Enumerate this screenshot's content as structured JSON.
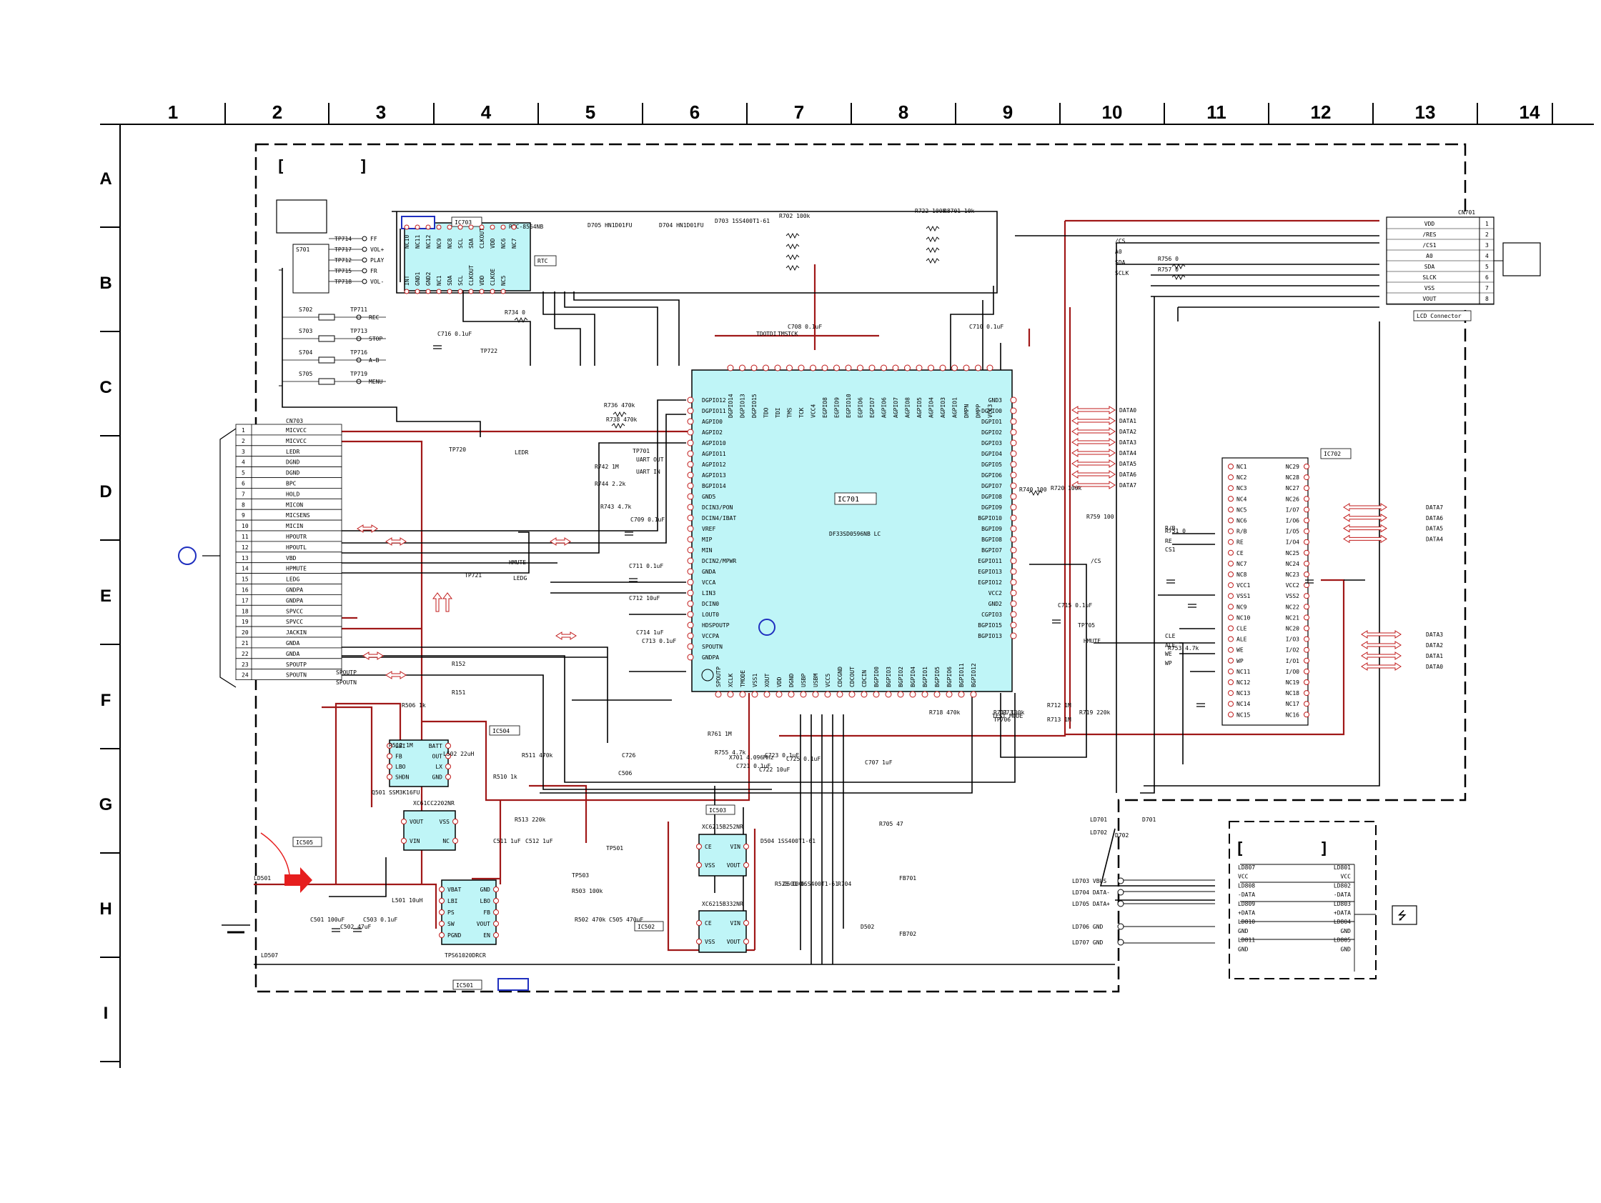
{
  "grid": {
    "columns": [
      "1",
      "2",
      "3",
      "4",
      "5",
      "6",
      "7",
      "8",
      "9",
      "10",
      "11",
      "12",
      "13",
      "14"
    ],
    "rows": [
      "A",
      "B",
      "C",
      "D",
      "E",
      "F",
      "G",
      "H",
      "I"
    ]
  },
  "bracket_text": {
    "open": "[",
    "close": "]"
  },
  "ics": {
    "ic701": {
      "label": "IC701",
      "part": "DF33SD0596NB LC",
      "left_pins": [
        "DGPIO12",
        "DGPIO11",
        "AGPIO0",
        "AGPIO2",
        "AGPIO10",
        "AGPIO11",
        "AGPIO12",
        "AGPIO13",
        "BGPIO14",
        "GND5",
        "DCIN3/PON",
        "DCIN4/IBAT",
        "VREF",
        "MIP",
        "MIN",
        "DCIN2/MPWR",
        "GNDA",
        "VCCA",
        "LIN3",
        "DCIN0",
        "LOUT0",
        "HDSPOUTP",
        "VCCPA",
        "SPOUTN",
        "GNDPA"
      ],
      "right_pins": [
        "GND3",
        "DGPIO0",
        "DGPIO1",
        "DGPIO2",
        "DGPIO3",
        "DGPIO4",
        "DGPIO5",
        "DGPIO6",
        "DGPIO7",
        "DGPIO8",
        "DGPIO9",
        "BGPIO10",
        "BGPIO9",
        "BGPIO8",
        "BGPIO7",
        "EGPIO11",
        "EGPIO13",
        "EGPIO12",
        "VCC2",
        "GND2",
        "CGPIO3",
        "BGPIO15",
        "BGPIO13"
      ],
      "top_pins": [
        "DGPIO14",
        "DGPIO13",
        "DGPIO15",
        "TDO",
        "TDI",
        "TMS",
        "TCK",
        "VCC4",
        "EGPIO8",
        "EGPIO9",
        "EGPIO10",
        "EGPIO6",
        "EGPIO7",
        "AGPIO6",
        "AGPIO7",
        "AGPIO8",
        "AGPIO5",
        "AGPIO4",
        "AGPIO3",
        "AGPIO1",
        "DMPN",
        "DMPP",
        "VCC3"
      ],
      "bottom_pins": [
        "SPOUTP",
        "XCLK",
        "TMODE",
        "VSS1",
        "XOUT",
        "VDD",
        "DGND",
        "USBP",
        "USBM",
        "VCC5",
        "CDCGND",
        "CDCOUT",
        "CDCIN",
        "BGPIO0",
        "BGPIO3",
        "BGPIO2",
        "BGPIO4",
        "BGPIO1",
        "BGPIO5",
        "BGPIO6",
        "BGPIO11",
        "BGPIO12"
      ]
    },
    "ic702": {
      "label": "IC702",
      "left_pins": [
        "NC1",
        "NC2",
        "NC3",
        "NC4",
        "NC5",
        "NC6",
        "R/B",
        "RE",
        "CE",
        "NC7",
        "NC8",
        "VCC1",
        "VSS1",
        "NC9",
        "NC10",
        "CLE",
        "ALE",
        "WE",
        "WP",
        "NC11",
        "NC12",
        "NC13",
        "NC14",
        "NC15"
      ],
      "right_pins": [
        "NC29",
        "NC28",
        "NC27",
        "NC26",
        "I/O7",
        "I/O6",
        "I/O5",
        "I/O4",
        "NC25",
        "NC24",
        "NC23",
        "VCC2",
        "VSS2",
        "NC22",
        "NC21",
        "NC20",
        "I/O3",
        "I/O2",
        "I/O1",
        "I/O0",
        "NC19",
        "NC18",
        "NC17",
        "NC16"
      ]
    },
    "ic703": {
      "label": "IC703",
      "part": "RTC-8564NB",
      "note": "RTC",
      "pins": [
        "NC10",
        "NC11",
        "NC12",
        "NC9",
        "NC8",
        "SCL",
        "SDA",
        "CLKOUT",
        "VDD",
        "NC6",
        "NC7",
        "INT",
        "GND1",
        "GND2",
        "NC1",
        "SDA",
        "SCL",
        "CLKOUT",
        "VDD",
        "CLKOE",
        "NC5"
      ]
    },
    "ic504": {
      "label": "IC504",
      "left": [
        "LBI",
        "FB",
        "LBO",
        "SHDN"
      ],
      "right": [
        "BATT",
        "OUT",
        "LX",
        "GND"
      ]
    },
    "ic505": {
      "label": "IC505",
      "part": "XC61CC2202NR",
      "left": [
        "VOUT",
        "VIN"
      ],
      "right": [
        "VSS",
        "NC"
      ]
    },
    "ic501": {
      "label": "IC501",
      "part": "TPS61020DRCR",
      "left": [
        "VBAT",
        "LBI",
        "PS",
        "SW",
        "PGND"
      ],
      "right": [
        "GND",
        "LBO",
        "FB",
        "VOUT",
        "EN"
      ]
    },
    "ic503": {
      "label": "IC503",
      "part": "XC6215B252NR",
      "left": [
        "CE",
        "VSS"
      ],
      "right": [
        "VIN",
        "VOUT"
      ]
    },
    "ic502": {
      "label": "IC502",
      "part": "XC6215B332NR",
      "left": [
        "CE",
        "VSS"
      ],
      "right": [
        "VIN",
        "VOUT"
      ]
    }
  },
  "cn703": {
    "label": "CN703",
    "pins": [
      "MICVCC",
      "MICVCC",
      "LEDR",
      "DGND",
      "DGND",
      "BPC",
      "HOLD",
      "MICON",
      "MICSENS",
      "MICIN",
      "HPOUTR",
      "HPOUTL",
      "VBD",
      "HPMUTE",
      "LEDG",
      "GNDPA",
      "GNDPA",
      "SPVCC",
      "SPVCC",
      "JACKIN",
      "GNDA",
      "GNDA",
      "SPOUTP",
      "SPOUTN"
    ]
  },
  "cn701": {
    "label": "CN701",
    "pins": [
      "VDD",
      "/RES",
      "/CS1",
      "A0",
      "SDA",
      "SLCK",
      "VSS",
      "VOUT"
    ],
    "connector_label": "LCD Connector"
  },
  "switches": [
    {
      "ref": "S701",
      "tp": [
        "TP714",
        "TP717",
        "TP712",
        "TP715",
        "TP718"
      ],
      "labels": [
        "FF",
        "VOL+",
        "PLAY",
        "FR",
        "VOL-"
      ]
    },
    {
      "ref": "S702",
      "tp": "TP711",
      "label": "REC"
    },
    {
      "ref": "S703",
      "tp": "TP713",
      "label": "STOP"
    },
    {
      "ref": "S704",
      "tp": "TP716",
      "label": "A-B"
    },
    {
      "ref": "S705",
      "tp": "TP719",
      "label": "MENU"
    }
  ],
  "left_signals": [
    "LEDR",
    "HMUTE",
    "LEDG",
    "SPOUTP",
    "SPOUTN",
    "UART OUT",
    "UART IN",
    "TEST MODE"
  ],
  "data_bus": [
    "DATA0",
    "DATA1",
    "DATA2",
    "DATA3",
    "DATA4",
    "DATA5",
    "DATA6",
    "DATA7"
  ],
  "flash_bus_upper": [
    "DATA7",
    "DATA6",
    "DATA5",
    "DATA4"
  ],
  "flash_bus_lower": [
    "DATA3",
    "DATA2",
    "DATA1",
    "DATA0"
  ],
  "control_signals": [
    "/CS",
    "A0",
    "SDA",
    "SCLK",
    "R/B",
    "RE",
    "CS1",
    "CLE",
    "ALE",
    "WE",
    "WP",
    "/CS",
    "HMUTE",
    "TDO",
    "TDI",
    "TMS",
    "TCK"
  ],
  "usb_block": {
    "left": [
      "LD807",
      "VCC",
      "LD808",
      "-DATA",
      "LD809",
      "+DATA",
      "LD810",
      "GND",
      "LD811",
      "GND"
    ],
    "right": [
      "LD801",
      "VCC",
      "LD802",
      "-DATA",
      "LD803",
      "+DATA",
      "LD804",
      "GND",
      "LD805",
      "GND"
    ],
    "left_lands": [
      "LD703 VBUS",
      "LD704 DATA-",
      "LD705 DATA+",
      "LD706 GND",
      "LD707 GND"
    ]
  },
  "parts": {
    "resistors": [
      "R702 100k",
      "R722 100k",
      "R8701 10k",
      "R756 0",
      "R757 0",
      "R734 0",
      "R736 470k",
      "R738 470k",
      "R742 1M",
      "R744 2.2k",
      "R743 4.7k",
      "R740 100",
      "R720 100k",
      "R759 100",
      "R751 0",
      "R753 4.7k",
      "R761 1M",
      "R755 4.7k",
      "R506 1k",
      "R152",
      "R151",
      "R512 1M",
      "R510 1k",
      "R511 470k",
      "R513 220k",
      "R503 100k",
      "R502 470k",
      "R704",
      "R525 100k",
      "R705 47",
      "R711 100k",
      "R712 1M",
      "R713 1M",
      "R718 470k",
      "R719 220k"
    ],
    "capacitors": [
      "C716 0.1uF",
      "C709 0.1uF",
      "C711 0.1uF",
      "C712 10uF",
      "C713 0.1uF",
      "C714 1uF",
      "C715 0.1uF",
      "C708 0.1uF",
      "C710 0.1uF",
      "C721 0.1uF",
      "C722 10uF",
      "C723 0.1uF",
      "C726",
      "C707 1uF",
      "C725 0.1uF",
      "C506",
      "C501 100uF",
      "C502 47uF",
      "C503 0.1uF",
      "C505 470uF",
      "C511 1uF",
      "C512 1uF"
    ],
    "diodes": [
      "D701",
      "D702",
      "D703 1SS400T1-61",
      "D704 HN1D01FU",
      "D705 HN1D01FU",
      "D501 1SS400T1-61",
      "D502",
      "D504 1SS400T1-61"
    ],
    "misc": [
      "X701 4.096MHz",
      "L501 10uH",
      "L502 22uH",
      "Q501 SSM3K16FU",
      "FB701",
      "FB702",
      "LD501",
      "LD507",
      "LD701",
      "LD702",
      "TP501",
      "TP503",
      "TP720",
      "TP721",
      "TP722",
      "TP701",
      "TP705",
      "TP706",
      "TP731"
    ]
  },
  "colors": {
    "ic_fill": "#bff5f7",
    "power_wire": "#a01818",
    "wire": "#000000",
    "marker_blue": "#1f2fbf",
    "arrow_red": "#e61e1e"
  }
}
